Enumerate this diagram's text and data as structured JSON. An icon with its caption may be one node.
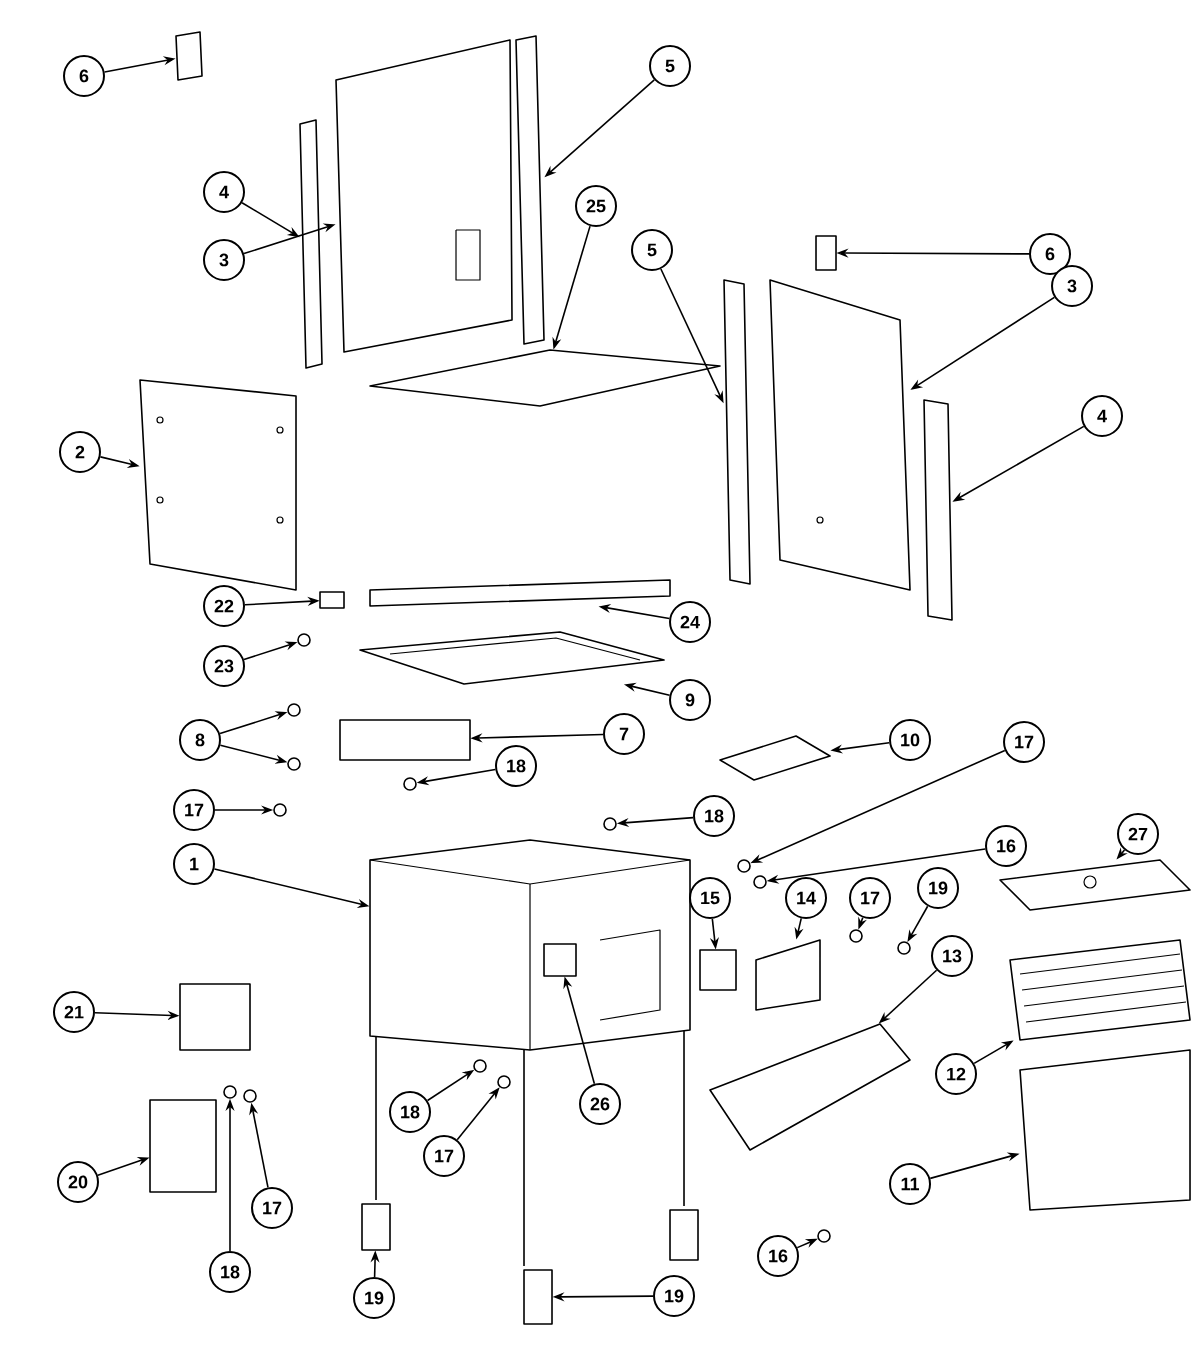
{
  "diagram": {
    "nodes": [
      {
        "text": [
          "6"
        ]
      },
      {
        "text": [
          "5"
        ]
      },
      {
        "text": [
          "4"
        ]
      },
      {
        "text": [
          "25"
        ]
      },
      {
        "text": [
          "3"
        ]
      },
      {
        "text": [
          "5"
        ]
      },
      {
        "text": [
          "6"
        ]
      },
      {
        "text": [
          "3"
        ]
      },
      {
        "text": [
          "2"
        ]
      },
      {
        "text": [
          "4"
        ]
      },
      {
        "text": [
          "22"
        ]
      },
      {
        "text": [
          "24"
        ]
      },
      {
        "text": [
          "23"
        ]
      },
      {
        "text": [
          "9"
        ]
      },
      {
        "text": [
          "8"
        ]
      },
      {
        "text": [
          "7"
        ]
      },
      {
        "text": [
          "10"
        ]
      },
      {
        "text": [
          "18"
        ]
      },
      {
        "text": [
          "17"
        ]
      },
      {
        "text": [
          "17"
        ]
      },
      {
        "text": [
          "18"
        ]
      },
      {
        "text": [
          "16"
        ]
      },
      {
        "text": [
          "27"
        ]
      },
      {
        "text": [
          "1"
        ]
      },
      {
        "text": [
          "15"
        ]
      },
      {
        "text": [
          "14"
        ]
      },
      {
        "text": [
          "17"
        ]
      },
      {
        "text": [
          "19"
        ]
      },
      {
        "text": [
          "13"
        ]
      },
      {
        "text": [
          "21"
        ]
      },
      {
        "text": [
          "12"
        ]
      },
      {
        "text": [
          "26"
        ]
      },
      {
        "text": [
          "18"
        ]
      },
      {
        "text": [
          "17"
        ]
      },
      {
        "text": [
          "20"
        ]
      },
      {
        "text": [
          "17"
        ]
      },
      {
        "text": [
          "18"
        ]
      },
      {
        "text": [
          "19"
        ]
      },
      {
        "text": [
          "11"
        ]
      },
      {
        "text": [
          "16"
        ]
      },
      {
        "text": [
          "19"
        ]
      },
      {
        "text": [],
        "shape": "box"
      },
      {
        "text": [],
        "shape": "box"
      },
      {
        "text": [],
        "shape": "box"
      },
      {
        "text": [],
        "shape": "box"
      },
      {
        "text": [],
        "shape": "picture"
      },
      {
        "text": [],
        "shape": "box"
      },
      {
        "text": [],
        "shape": "box"
      },
      {
        "text": [],
        "shape": "picture"
      },
      {
        "text": [],
        "shape": "picture"
      },
      {
        "text": [],
        "shape": "box"
      },
      {
        "text": [],
        "shape": "box"
      },
      {
        "text": [],
        "shape": "box"
      },
      {
        "text": [],
        "shape": "circle"
      },
      {
        "text": [],
        "shape": "picture"
      },
      {
        "text": [],
        "shape": "circle"
      },
      {
        "text": [],
        "shape": "circle"
      },
      {
        "text": [],
        "shape": "box"
      },
      {
        "text": [],
        "shape": "box"
      },
      {
        "text": [],
        "shape": "circle"
      },
      {
        "text": [],
        "shape": "circle"
      },
      {
        "text": [],
        "shape": "circle"
      },
      {
        "text": [],
        "shape": "circle"
      },
      {
        "text": [],
        "shape": "circle"
      },
      {
        "text": [],
        "shape": "picture"
      },
      {
        "text": [],
        "shape": "picture"
      },
      {
        "text": [],
        "shape": "box"
      },
      {
        "text": [],
        "shape": "box"
      },
      {
        "text": [],
        "shape": "circle"
      },
      {
        "text": [],
        "shape": "circle"
      },
      {
        "text": [],
        "shape": "box"
      },
      {
        "text": [],
        "shape": "box"
      },
      {
        "text": [],
        "shape": "picture"
      },
      {
        "text": [],
        "shape": "box",
        "in": 65
      },
      {
        "text": [],
        "shape": "circle"
      },
      {
        "text": [],
        "shape": "circle"
      },
      {
        "text": [],
        "shape": "box"
      },
      {
        "text": [],
        "shape": "circle"
      },
      {
        "text": [],
        "shape": "circle"
      },
      {
        "text": [],
        "shape": "box"
      },
      {
        "text": [],
        "shape": "box"
      },
      {
        "text": [],
        "shape": "circle"
      },
      {
        "text": [],
        "shape": "box"
      },
      {
        "text": [],
        "shape": "box"
      }
    ],
    "edges": [
      {
        "from": 0,
        "to": 41,
        "arrow": "to"
      },
      {
        "from": 1,
        "to": 42,
        "arrow": "to"
      },
      {
        "from": 2,
        "to": 43,
        "arrow": "to"
      },
      {
        "from": 3,
        "to": 44,
        "arrow": "to"
      },
      {
        "from": 4,
        "to": 45,
        "arrow": "to"
      },
      {
        "from": 5,
        "to": 46,
        "arrow": "to"
      },
      {
        "from": 6,
        "to": 47,
        "arrow": "to"
      },
      {
        "from": 7,
        "to": 48,
        "arrow": "to"
      },
      {
        "from": 8,
        "to": 49,
        "arrow": "to"
      },
      {
        "from": 9,
        "to": 50,
        "arrow": "to"
      },
      {
        "from": 10,
        "to": 51,
        "arrow": "to"
      },
      {
        "from": 11,
        "to": 52,
        "arrow": "to"
      },
      {
        "from": 12,
        "to": 53,
        "arrow": "to"
      },
      {
        "from": 13,
        "to": 54,
        "arrow": "to"
      },
      {
        "from": 14,
        "to": 55,
        "arrow": "to"
      },
      {
        "from": 14,
        "to": 56,
        "arrow": "to"
      },
      {
        "from": 15,
        "to": 57,
        "arrow": "to"
      },
      {
        "from": 16,
        "to": 58,
        "arrow": "to"
      },
      {
        "from": 17,
        "to": 59,
        "arrow": "to"
      },
      {
        "from": 18,
        "to": 60,
        "arrow": "to"
      },
      {
        "from": 19,
        "to": 61,
        "arrow": "to"
      },
      {
        "from": 20,
        "to": 62,
        "arrow": "to"
      },
      {
        "from": 21,
        "to": 63,
        "arrow": "to"
      },
      {
        "from": 22,
        "to": 64,
        "arrow": "to"
      },
      {
        "from": 23,
        "to": 65,
        "arrow": "to"
      },
      {
        "from": 24,
        "to": 66,
        "arrow": "to"
      },
      {
        "from": 25,
        "to": 67,
        "arrow": "to"
      },
      {
        "from": 26,
        "to": 68,
        "arrow": "to"
      },
      {
        "from": 27,
        "to": 69,
        "arrow": "to"
      },
      {
        "from": 28,
        "to": 70,
        "arrow": "to"
      },
      {
        "from": 29,
        "to": 71,
        "arrow": "to"
      },
      {
        "from": 30,
        "to": 72,
        "arrow": "to"
      },
      {
        "from": 31,
        "to": 73,
        "arrow": "to"
      },
      {
        "from": 32,
        "to": 74,
        "arrow": "to"
      },
      {
        "from": 33,
        "to": 75,
        "arrow": "to"
      },
      {
        "from": 34,
        "to": 76,
        "arrow": "to"
      },
      {
        "from": 35,
        "to": 77,
        "arrow": "to"
      },
      {
        "from": 36,
        "to": 78,
        "arrow": "to"
      },
      {
        "from": 37,
        "to": 79,
        "arrow": "to"
      },
      {
        "from": 38,
        "to": 80,
        "arrow": "to"
      },
      {
        "from": 39,
        "to": 81,
        "arrow": "to"
      },
      {
        "from": 40,
        "to": 82,
        "arrow": "to"
      }
    ]
  }
}
